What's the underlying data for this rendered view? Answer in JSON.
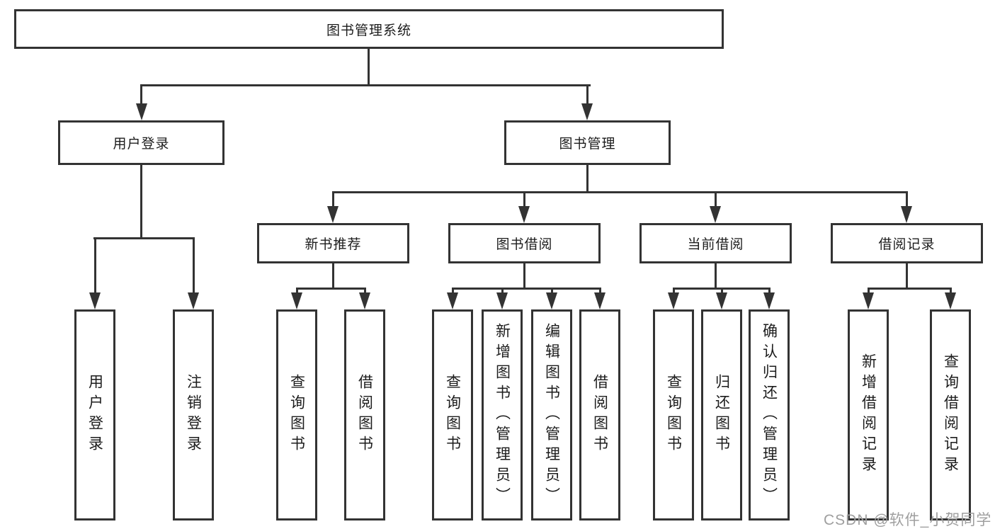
{
  "tree": {
    "label": "图书管理系统",
    "children": [
      {
        "label": "用户登录",
        "children": [
          {
            "label": "用户登录"
          },
          {
            "label": "注销登录"
          }
        ]
      },
      {
        "label": "图书管理",
        "children": [
          {
            "label": "新书推荐",
            "children": [
              {
                "label": "查询图书"
              },
              {
                "label": "借阅图书"
              }
            ]
          },
          {
            "label": "图书借阅",
            "children": [
              {
                "label": "查询图书"
              },
              {
                "label": "新增图书（管理员）"
              },
              {
                "label": "编辑图书（管理员）"
              },
              {
                "label": "借阅图书"
              }
            ]
          },
          {
            "label": "当前借阅",
            "children": [
              {
                "label": "查询图书"
              },
              {
                "label": "归还图书"
              },
              {
                "label": "确认归还（管理员）"
              }
            ]
          },
          {
            "label": "借阅记录",
            "children": [
              {
                "label": "新增借阅记录"
              },
              {
                "label": "查询借阅记录"
              }
            ]
          }
        ]
      }
    ]
  },
  "watermark": "CSDN @软件_小贺同学",
  "colors": {
    "line": "#333333",
    "text": "#1c1c1c",
    "wm": "#9f9f9f",
    "bg": "#ffffff"
  }
}
